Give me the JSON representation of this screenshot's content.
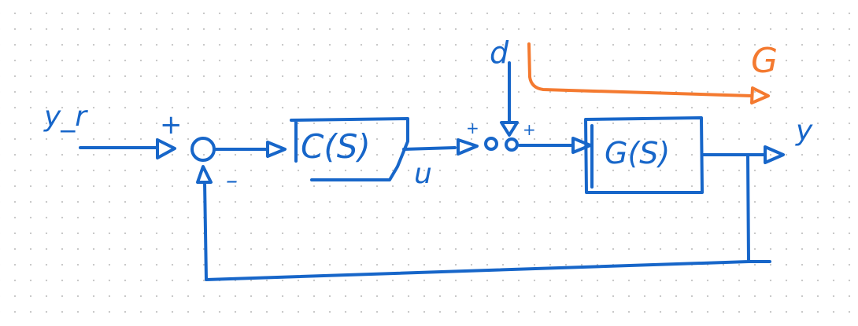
{
  "colors": {
    "ink": "#1766c9",
    "accent": "#f47a30",
    "grid_dot": "#c9c9c9",
    "background": "#ffffff"
  },
  "labels": {
    "input": "y_r",
    "plus_top": "+",
    "minus": "–",
    "controller": "C(S)",
    "control_signal": "u",
    "disturbance": "d",
    "plus_left": "+",
    "plus_right": "+",
    "plant": "G(S)",
    "output": "y",
    "transfer": "G"
  }
}
